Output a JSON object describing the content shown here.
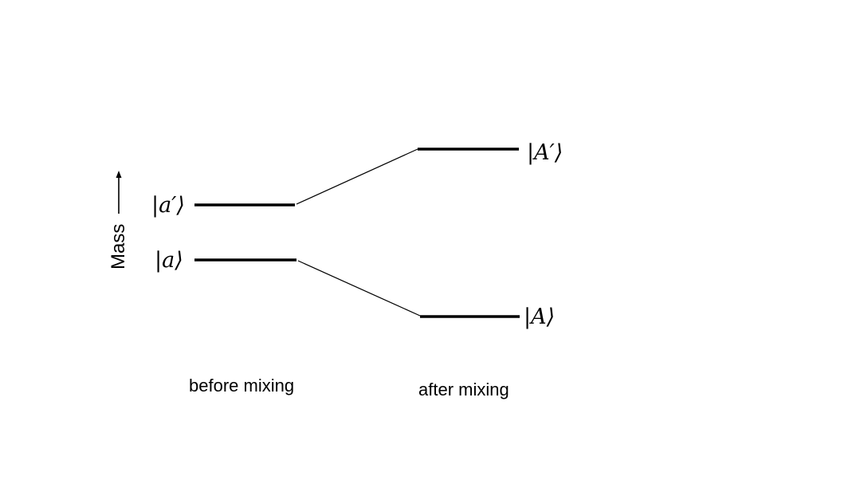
{
  "axis": {
    "label": "Mass"
  },
  "before": {
    "caption": "before mixing",
    "states": [
      {
        "id": "a-prime",
        "label": "|a′⟩"
      },
      {
        "id": "a",
        "label": "|a⟩"
      }
    ]
  },
  "after": {
    "caption": "after mixing",
    "states": [
      {
        "id": "A-prime",
        "label": "|A′⟩"
      },
      {
        "id": "A",
        "label": "|A⟩"
      }
    ]
  },
  "colors": {
    "line": "#000000",
    "background": "#ffffff"
  }
}
